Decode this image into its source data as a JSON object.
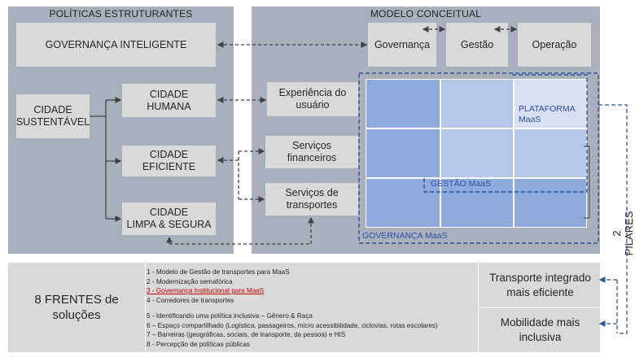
{
  "left_section": {
    "title": "POLÍTICAS ESTRUTURANTES",
    "gov_inteligente": "GOVERNANÇA INTELIGENTE",
    "cidade_sustentavel": "CIDADE\nSUSTENTÁVEL",
    "cidade_humana": "CIDADE\nHUMANA",
    "cidade_eficiente": "CIDADE\nEFICIENTE",
    "cidade_limpa": "CIDADE\nLIMPA & SEGURA"
  },
  "right_section": {
    "title": "MODELO CONCEITUAL",
    "governanca": "Governança",
    "gestao": "Gestão",
    "operacao": "Operação",
    "experiencia": "Experiência do\nusuário",
    "servicos_financeiros": "Serviços\nfinanceiros",
    "servicos_transportes": "Serviços de\ntransportes",
    "plataforma": "PLATAFORMA\nMaaS",
    "gestao_maas": "GESTÃO MaaS",
    "governanca_maas": "GOVERNANÇA MaaS"
  },
  "pilares": "2 PILARES",
  "bottom": {
    "frentes": "8 FRENTES de\nsoluções",
    "items": [
      "1 - Modelo de Gestão de transportes para MaaS",
      "2 - Modernização semafórica",
      "3 - Governança Institucional para MaaS",
      "4 - Corredores de transportes",
      "5 - Identificando uma política inclusiva – Gênero & Raça",
      "6 – Espaço compartilhado (Logística, passageiros, micro acessibilidade, ciclovias, rotas escolares)",
      "7 – Barreiras (geográficas, sociais, de transporte, da pessoa) e HIS",
      "8 - Percepção de políticas públicas"
    ],
    "pilar1": "Transporte integrado\nmais eficiente",
    "pilar2": "Mobilidade mais\ninclusiva"
  },
  "colors": {
    "panel": "#a9b0bd",
    "box": "#d9d9d9",
    "grid_dark": "#8ea9db",
    "grid_light": "#b4c7e7",
    "dashed_blue": "#2f5597",
    "highlight_red": "#c00000"
  }
}
